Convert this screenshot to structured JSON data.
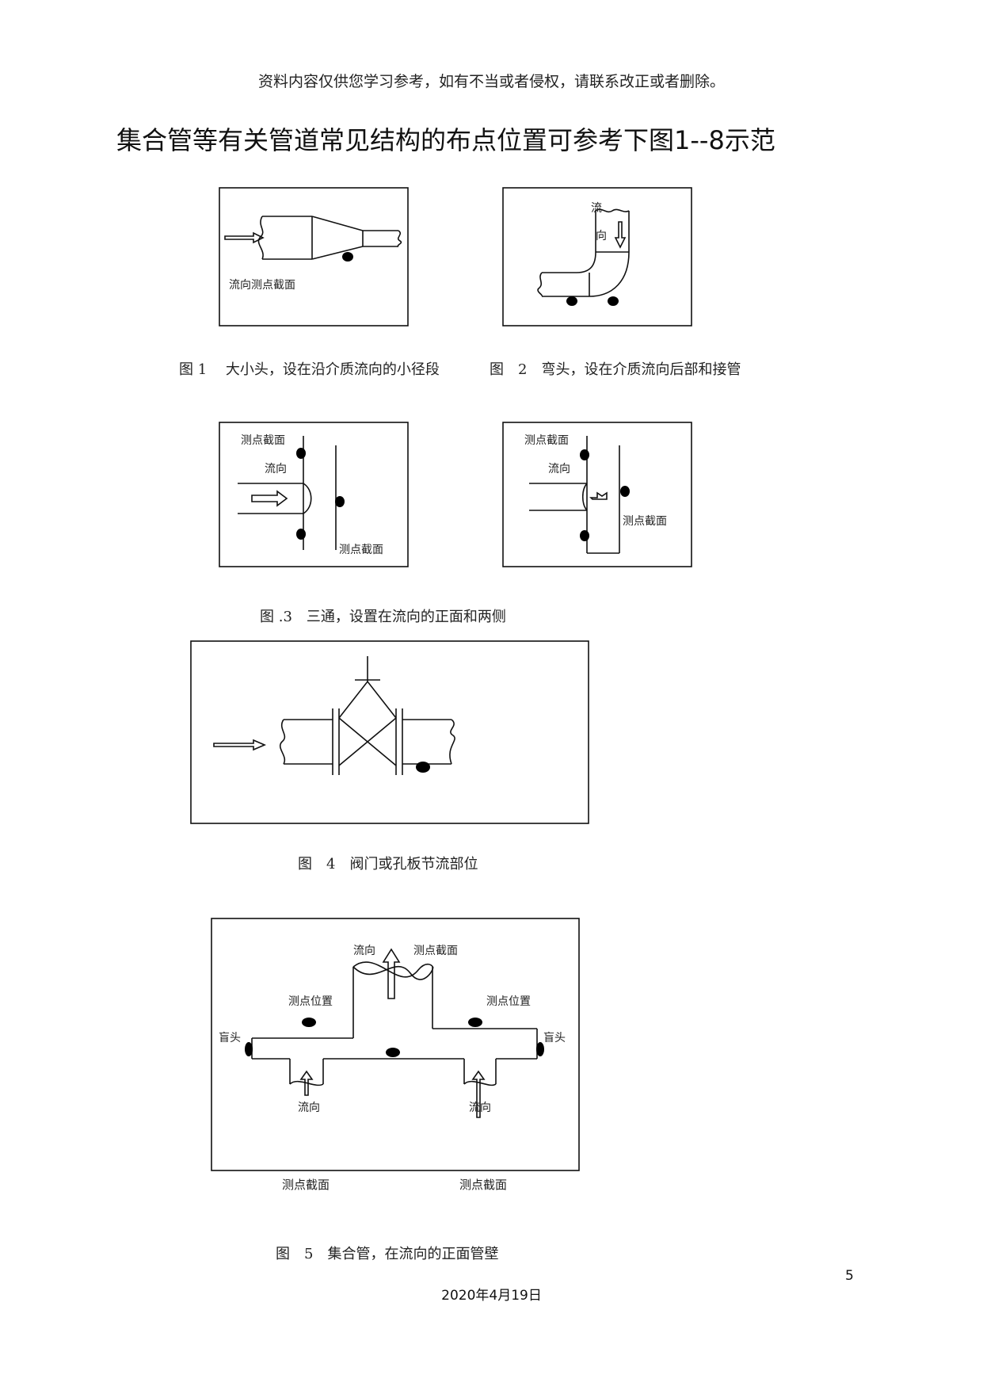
{
  "header_note": "资料内容仅供您学习参考，如有不当或者侵权，请联系改正或者删除。",
  "heading": "集合管等有关管道常见结构的布点位置可参考下图1--8示范",
  "figures": {
    "fig1": {
      "label": "流向测点截面",
      "caption": "图 1　 大小头，设在沿介质流向的小径段"
    },
    "fig2": {
      "label_top": "流",
      "label_bottom": "向",
      "caption": "图　2　弯头，设在介质流向后部和接管"
    },
    "fig3a": {
      "section_top": "测点截面",
      "flow": "流向",
      "section_bottom": "测点截面"
    },
    "fig3b": {
      "section_top": "测点截面",
      "flow": "流向",
      "section_right": "测点截面"
    },
    "fig3_caption": "图 .3　三通，设置在流向的正面和两侧",
    "fig4": {
      "caption": "图　4　阀门或孔板节流部位"
    },
    "fig5": {
      "flow_top": "流向",
      "section_top": "测点截面",
      "pos_left": "测点位置",
      "pos_right": "测点位置",
      "cap_left": "盲头",
      "cap_right": "盲头",
      "flow_left": "流向",
      "flow_right": "流向",
      "section_bottom_left": "测点截面",
      "section_bottom_right": "测点截面",
      "caption": "图　5　集合管，在流向的正面管壁"
    }
  },
  "page_number": "5",
  "date": "2020年4月19日"
}
